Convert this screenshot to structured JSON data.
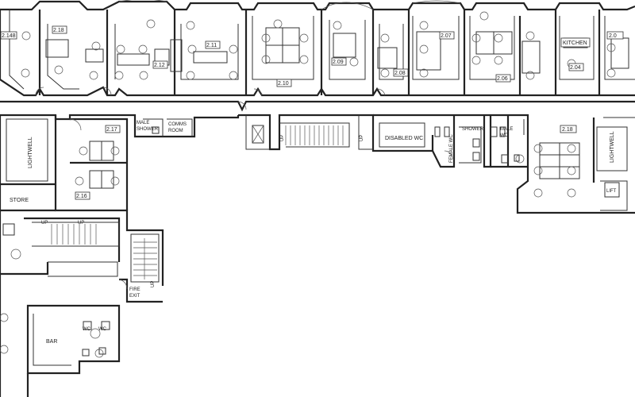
{
  "rooms": [
    {
      "id": "r2148",
      "label": "2.148"
    },
    {
      "id": "r218a",
      "label": "2.18"
    },
    {
      "id": "r212",
      "label": "2.12"
    },
    {
      "id": "r211",
      "label": "2.11"
    },
    {
      "id": "r210",
      "label": "2.10"
    },
    {
      "id": "r209",
      "label": "2.09"
    },
    {
      "id": "r208",
      "label": "2.08"
    },
    {
      "id": "r207",
      "label": "2.07"
    },
    {
      "id": "r206",
      "label": "2.06"
    },
    {
      "id": "r204",
      "label": "2.04"
    },
    {
      "id": "r202",
      "label": "2.0"
    },
    {
      "id": "r217",
      "label": "2.17"
    },
    {
      "id": "r216",
      "label": "2.16"
    },
    {
      "id": "r218b",
      "label": "2.18"
    }
  ],
  "labels": {
    "kitchen": "KITCHEN",
    "male_shower_1": "MALE",
    "male_shower_2": "SHOWER",
    "comms_1": "COMMS",
    "comms_2": "ROOM",
    "disabled_wc": "DISABLED WC",
    "female_wc": "FEMALE WC",
    "shower": "SHOWER",
    "male_wc_1": "MALE",
    "male_wc_2": "WC",
    "lightwell_left": "LIGHTWELL",
    "lightwell_right": "LIGHTWELL",
    "store": "STORE",
    "fire_exit_1": "FIRE",
    "fire_exit_2": "EXIT",
    "bar": "BAR",
    "wc_1": "WC",
    "wc_2": "WC",
    "up_1": "UP",
    "up_2": "UP",
    "up_3": "UP",
    "up_4": "UP",
    "up_5": "UP",
    "lift": "LIFT"
  }
}
